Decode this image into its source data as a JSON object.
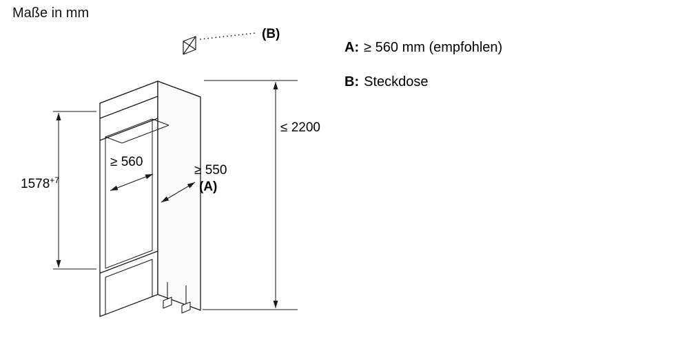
{
  "title": "Maße in mm",
  "dimensions": {
    "max_height": "≤ 2200",
    "niche_height": "1578",
    "niche_height_tolerance": "+7",
    "niche_width": "≥ 560",
    "niche_depth": "≥ 550",
    "depth_label": "(A)",
    "socket_label": "(B)"
  },
  "legend": {
    "a_key": "A:",
    "a_value": "≥ 560 mm (empfohlen)",
    "b_key": "B:",
    "b_value": "Steckdose"
  },
  "icons": {
    "socket": "socket-outlet-icon"
  },
  "colors": {
    "line": "#1a1a1a",
    "text": "#000000",
    "background": "#ffffff"
  }
}
